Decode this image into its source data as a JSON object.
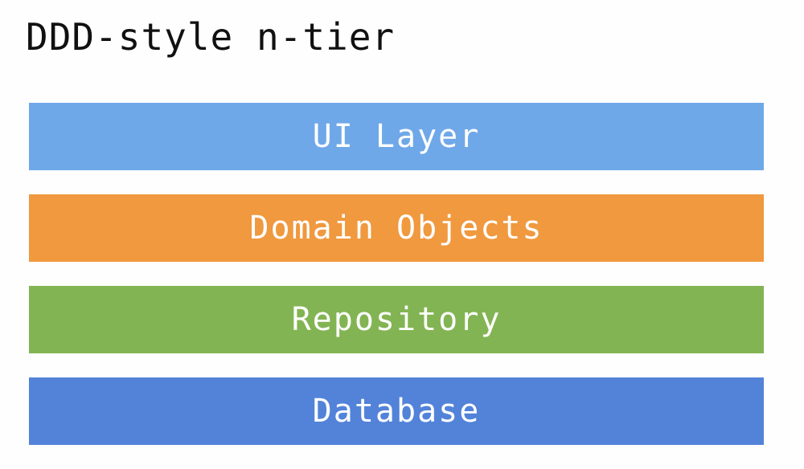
{
  "title": "DDD-style n-tier",
  "layers": [
    {
      "label": "UI Layer",
      "color": "#6fa8e8"
    },
    {
      "label": "Domain Objects",
      "color": "#f0993f"
    },
    {
      "label": "Repository",
      "color": "#83b453"
    },
    {
      "label": "Database",
      "color": "#5283d9"
    }
  ]
}
